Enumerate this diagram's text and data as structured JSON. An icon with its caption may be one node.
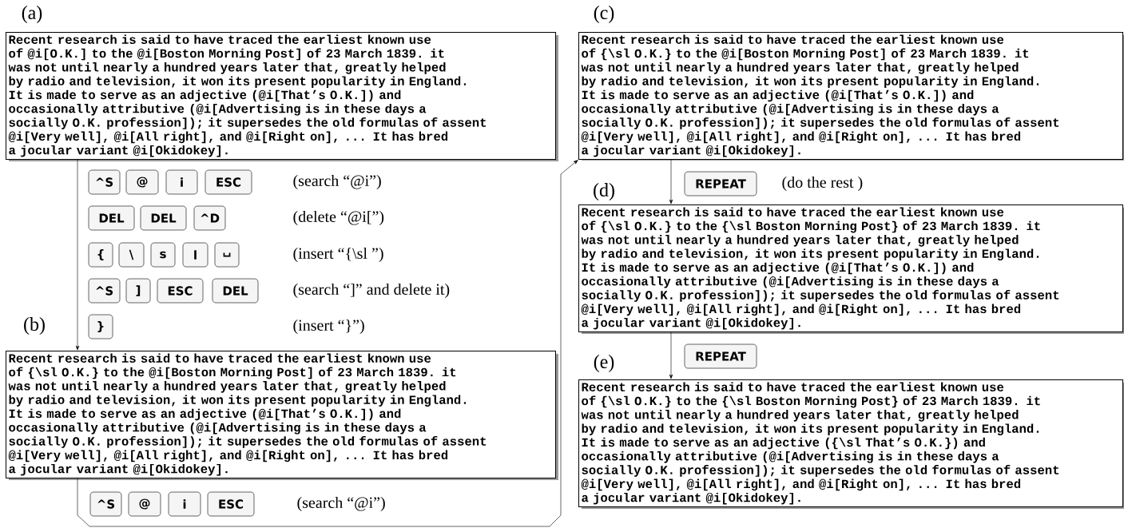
{
  "diagram": {
    "nodes": [
      {
        "text": [
          "Recent research is said to have traced the earliest known use",
          "of @i[O.K.] to the @i[Boston Morning Post] of 23 March 1839. it",
          "was not until nearly a hundred years later that, greatly helped",
          "by radio and television, it won its present popularity in England.",
          "It is made to serve as an adjective (@i[That’s O.K.]) and",
          "occasionally attributive (@i[Advertising is in these days a",
          "socially O.K. profession]); it supersedes the old formulas of assent",
          "@i[Very well], @i[All right], and @i[Right on], ... It has bred",
          "a jocular variant @i[Okidokey]."
        ],
        "beside": [
          "(a)"
        ]
      },
      {
        "text": [
          "^S"
        ]
      },
      {
        "text": [
          "@"
        ]
      },
      {
        "text": [
          "i"
        ]
      },
      {
        "text": [
          "ESC"
        ]
      },
      {
        "text": [
          "DEL"
        ]
      },
      {
        "text": [
          "DEL"
        ]
      },
      {
        "text": [
          "^D"
        ]
      },
      {
        "text": [
          "{"
        ]
      },
      {
        "text": [
          "\\"
        ]
      },
      {
        "text": [
          "s"
        ]
      },
      {
        "text": [
          "l"
        ]
      },
      {
        "text": [
          "␣"
        ]
      },
      {
        "text": [
          "^S"
        ]
      },
      {
        "text": [
          "]"
        ]
      },
      {
        "text": [
          "ESC"
        ]
      },
      {
        "text": [
          "DEL"
        ]
      },
      {
        "text": [
          "}"
        ]
      },
      {
        "text": [
          "Recent research is said to have traced the earliest known use",
          "of {\\sl O.K.} to the @i[Boston Morning Post] of 23 March 1839. it",
          "was not until nearly a hundred years later that, greatly helped",
          "by radio and television, it won its present popularity in England.",
          "It is made to serve as an adjective (@i[That’s O.K.]) and",
          "occasionally attributive (@i[Advertising is in these days a",
          "socially O.K. profession]); it supersedes the old formulas of assent",
          "@i[Very well], @i[All right], and @i[Right on], ... It has bred",
          "a jocular variant @i[Okidokey]."
        ],
        "beside": [
          "(b)"
        ]
      },
      {
        "text": [
          "^S"
        ]
      },
      {
        "text": [
          "@"
        ]
      },
      {
        "text": [
          "i"
        ]
      },
      {
        "text": [
          "ESC"
        ]
      },
      {
        "text": [
          "Recent research is said to have traced the earliest known use",
          "of {\\sl O.K.} to the @i[Boston Morning Post] of 23 March 1839. it",
          "was not until nearly a hundred years later that, greatly helped",
          "by radio and television, it won its present popularity in England.",
          "It is made to serve as an adjective (@i[That’s O.K.]) and",
          "occasionally attributive (@i[Advertising is in these days a",
          "socially O.K. profession]); it supersedes the old formulas of assent",
          "@i[Very well], @i[All right], and @i[Right on], ... It has bred",
          "a jocular variant @i[Okidokey]."
        ],
        "beside": [
          "(c)"
        ]
      },
      {
        "text": [
          "REPEAT"
        ]
      },
      {
        "text": [
          "Recent research is said to have traced the earliest known use",
          "of {\\sl O.K.} to the {\\sl Boston Morning Post} of 23 March 1839. it",
          "was not until nearly a hundred years later that, greatly helped",
          "by radio and television, it won its present popularity in England.",
          "It is made to serve as an adjective (@i[That’s O.K.]) and",
          "occasionally attributive (@i[Advertising is in these days a",
          "socially O.K. profession]); it supersedes the old formulas of assent",
          "@i[Very well], @i[All right], and @i[Right on], ... It has bred",
          "a jocular variant @i[Okidokey]."
        ],
        "beside": [
          "(d)"
        ]
      },
      {
        "text": [
          "REPEAT"
        ]
      },
      {
        "text": [
          "Recent research is said to have traced the earliest known use",
          "of {\\sl O.K.} to the {\\sl Boston Morning Post} of 23 March 1839. it",
          "was not until nearly a hundred years later that, greatly helped",
          "by radio and television, it won its present popularity in England.",
          "It is made to serve as an adjective ({\\sl That’s O.K.}) and",
          "occasionally attributive (@i[Advertising is in these days a",
          "socially O.K. profession]); it supersedes the old formulas of assent",
          "@i[Very well], @i[All right], and @i[Right on], ... It has bred",
          "a jocular variant @i[Okidokey]."
        ],
        "beside": [
          "(e)"
        ]
      }
    ],
    "edges": [
      {
        "from": 0,
        "to": 18,
        "arrow": "to"
      },
      {
        "from": 18,
        "to": 23,
        "arrow": "to"
      },
      {
        "from": 23,
        "to": 25,
        "arrow": "to"
      },
      {
        "from": 25,
        "to": 27,
        "arrow": "to"
      }
    ],
    "labels": [
      "(search “@i”)",
      "(delete “@i[”)",
      "(insert “{\\sl ”)",
      "(search “]” and delete it)",
      "(insert “}”)",
      "(search “@i”)",
      "(do the rest )"
    ]
  }
}
